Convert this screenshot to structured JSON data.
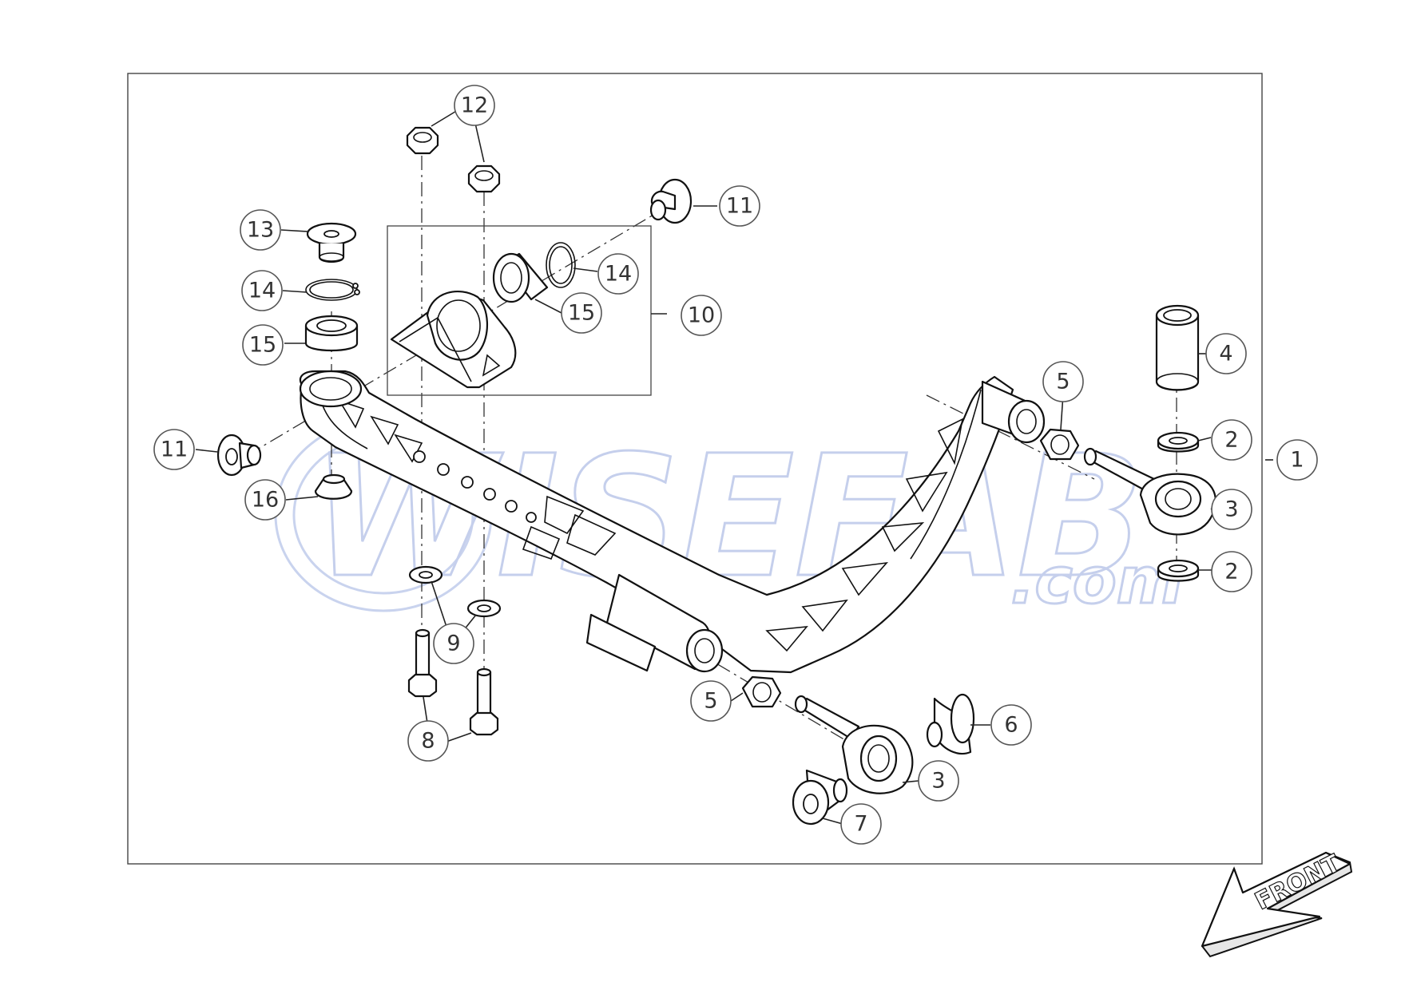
{
  "watermark": {
    "brand": "WISEFAB",
    "domain": ".com"
  },
  "front_label": "FRONT",
  "callouts": [
    {
      "id": "1",
      "label": "1"
    },
    {
      "id": "2a",
      "label": "2"
    },
    {
      "id": "2b",
      "label": "2"
    },
    {
      "id": "3a",
      "label": "3"
    },
    {
      "id": "3b",
      "label": "3"
    },
    {
      "id": "4",
      "label": "4"
    },
    {
      "id": "5a",
      "label": "5"
    },
    {
      "id": "5b",
      "label": "5"
    },
    {
      "id": "6",
      "label": "6"
    },
    {
      "id": "7",
      "label": "7"
    },
    {
      "id": "8",
      "label": "8"
    },
    {
      "id": "9",
      "label": "9"
    },
    {
      "id": "10",
      "label": "10"
    },
    {
      "id": "11a",
      "label": "11"
    },
    {
      "id": "11b",
      "label": "11"
    },
    {
      "id": "12",
      "label": "12"
    },
    {
      "id": "13",
      "label": "13"
    },
    {
      "id": "14a",
      "label": "14"
    },
    {
      "id": "14b",
      "label": "14"
    },
    {
      "id": "15a",
      "label": "15"
    },
    {
      "id": "15b",
      "label": "15"
    },
    {
      "id": "16",
      "label": "16"
    }
  ]
}
